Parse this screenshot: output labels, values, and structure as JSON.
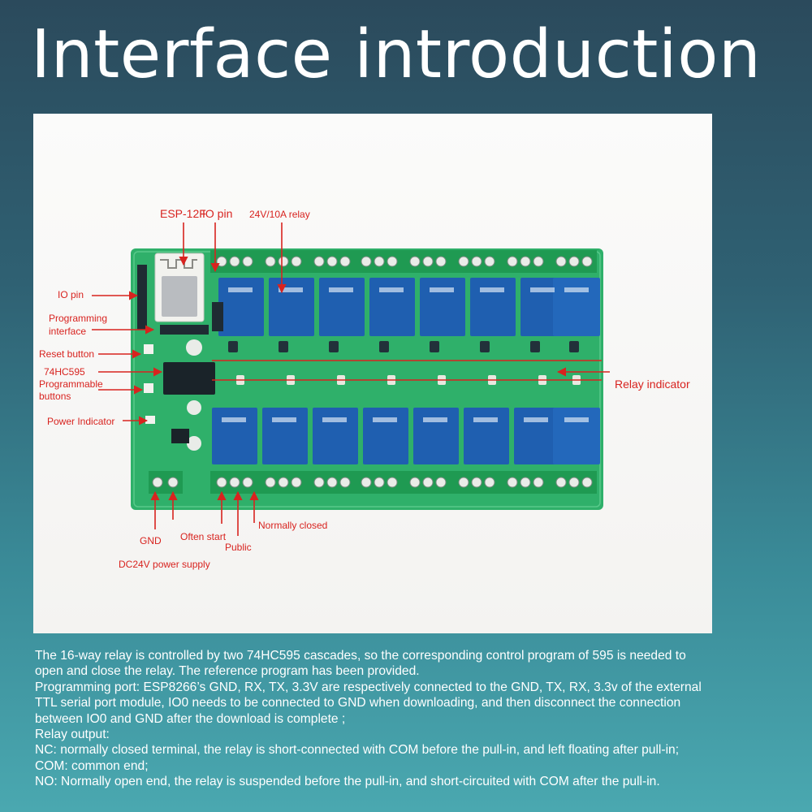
{
  "title": "Interface introduction",
  "labels": {
    "esp12f": "ESP-12F",
    "io_pin_top": "IO pin",
    "relay_24v": "24V/10A relay",
    "io_pin_left": "IO pin",
    "programming": "Programming",
    "interface": "interface",
    "reset_button": "Reset button",
    "chip_74hc595": "74HC595",
    "programmable": "Programmable",
    "buttons": "buttons",
    "power_indicator": "Power Indicator",
    "relay_indicator": "Relay indicator",
    "gnd": "GND",
    "often_start": "Often start",
    "public": "Public",
    "normally_closed": "Normally closed",
    "dc24v": "DC24V power supply"
  },
  "colors": {
    "callout": "#d8231f",
    "pcb": "#2fb06a",
    "relay": "#1f5fb0",
    "terminal": "#1f9a52"
  },
  "description": {
    "lines": [
      "The 16-way relay is controlled by two 74HC595 cascades, so the corresponding control program of 595 is needed to",
      "open and close the relay. The reference program has been provided.",
      "Programming port: ESP8266’s GND, RX, TX, 3.3V are respectively connected to the GND, TX, RX, 3.3v of the external",
      "TTL serial port module, IO0 needs to be connected to GND when downloading, and then disconnect the connection",
      "between IO0 and GND after the download is complete ;",
      "Relay output:",
      "NC: normally closed terminal, the relay is short-connected with COM before the pull-in, and left floating after pull-in;",
      "COM: common end;",
      "NO: Normally open end, the relay is suspended before the pull-in, and short-circuited with COM after the pull-in."
    ]
  }
}
